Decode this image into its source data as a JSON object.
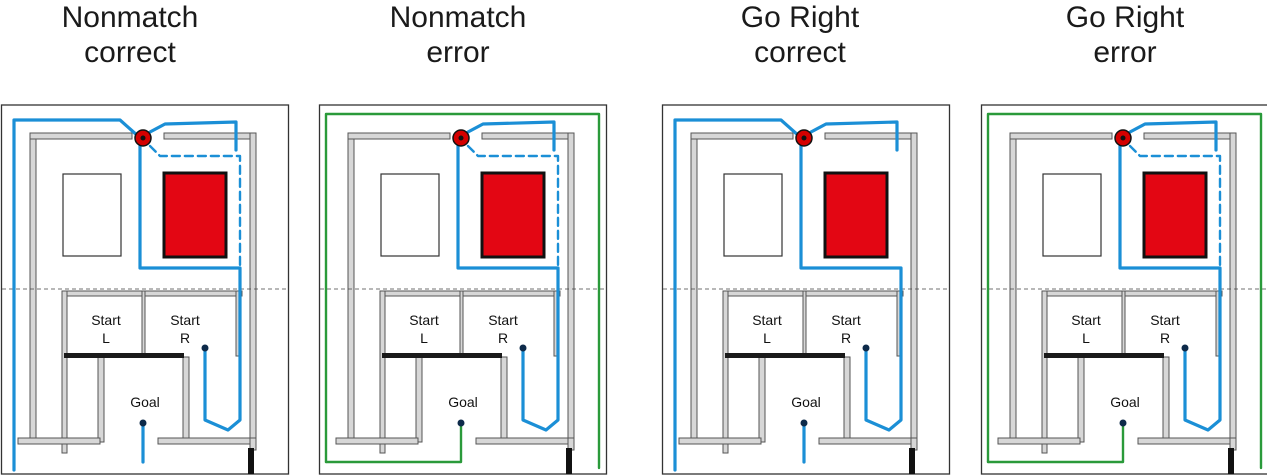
{
  "panels": [
    {
      "title_line1": "Nonmatch",
      "title_line2": "correct",
      "start_left": "Start",
      "start_left_side": "L",
      "start_right": "Start",
      "start_right_side": "R",
      "goal": "Goal",
      "path_solid": "#1b8fd6",
      "path_dashed": "#1b8fd6",
      "path_error": null
    },
    {
      "title_line1": "Nonmatch",
      "title_line2": "error",
      "start_left": "Start",
      "start_left_side": "L",
      "start_right": "Start",
      "start_right_side": "R",
      "goal": "Goal",
      "path_solid": "#1b8fd6",
      "path_dashed": "#1b8fd6",
      "path_error": "#2a9a3a"
    },
    {
      "title_line1": "Go Right",
      "title_line2": "correct",
      "start_left": "Start",
      "start_left_side": "L",
      "start_right": "Start",
      "start_right_side": "R",
      "goal": "Goal",
      "path_solid": "#1b8fd6",
      "path_dashed": null,
      "path_error": null
    },
    {
      "title_line1": "Go Right",
      "title_line2": "error",
      "start_left": "Start",
      "start_left_side": "L",
      "start_right": "Start",
      "start_right_side": "R",
      "goal": "Goal",
      "path_solid": "#1b8fd6",
      "path_dashed": "#1b8fd6",
      "path_error": "#2a9a3a"
    }
  ],
  "colors": {
    "wall_fill": "#d7d7d7",
    "wall_stroke": "#555555",
    "red_box": "#e30613",
    "marker_red": "#d40000"
  }
}
